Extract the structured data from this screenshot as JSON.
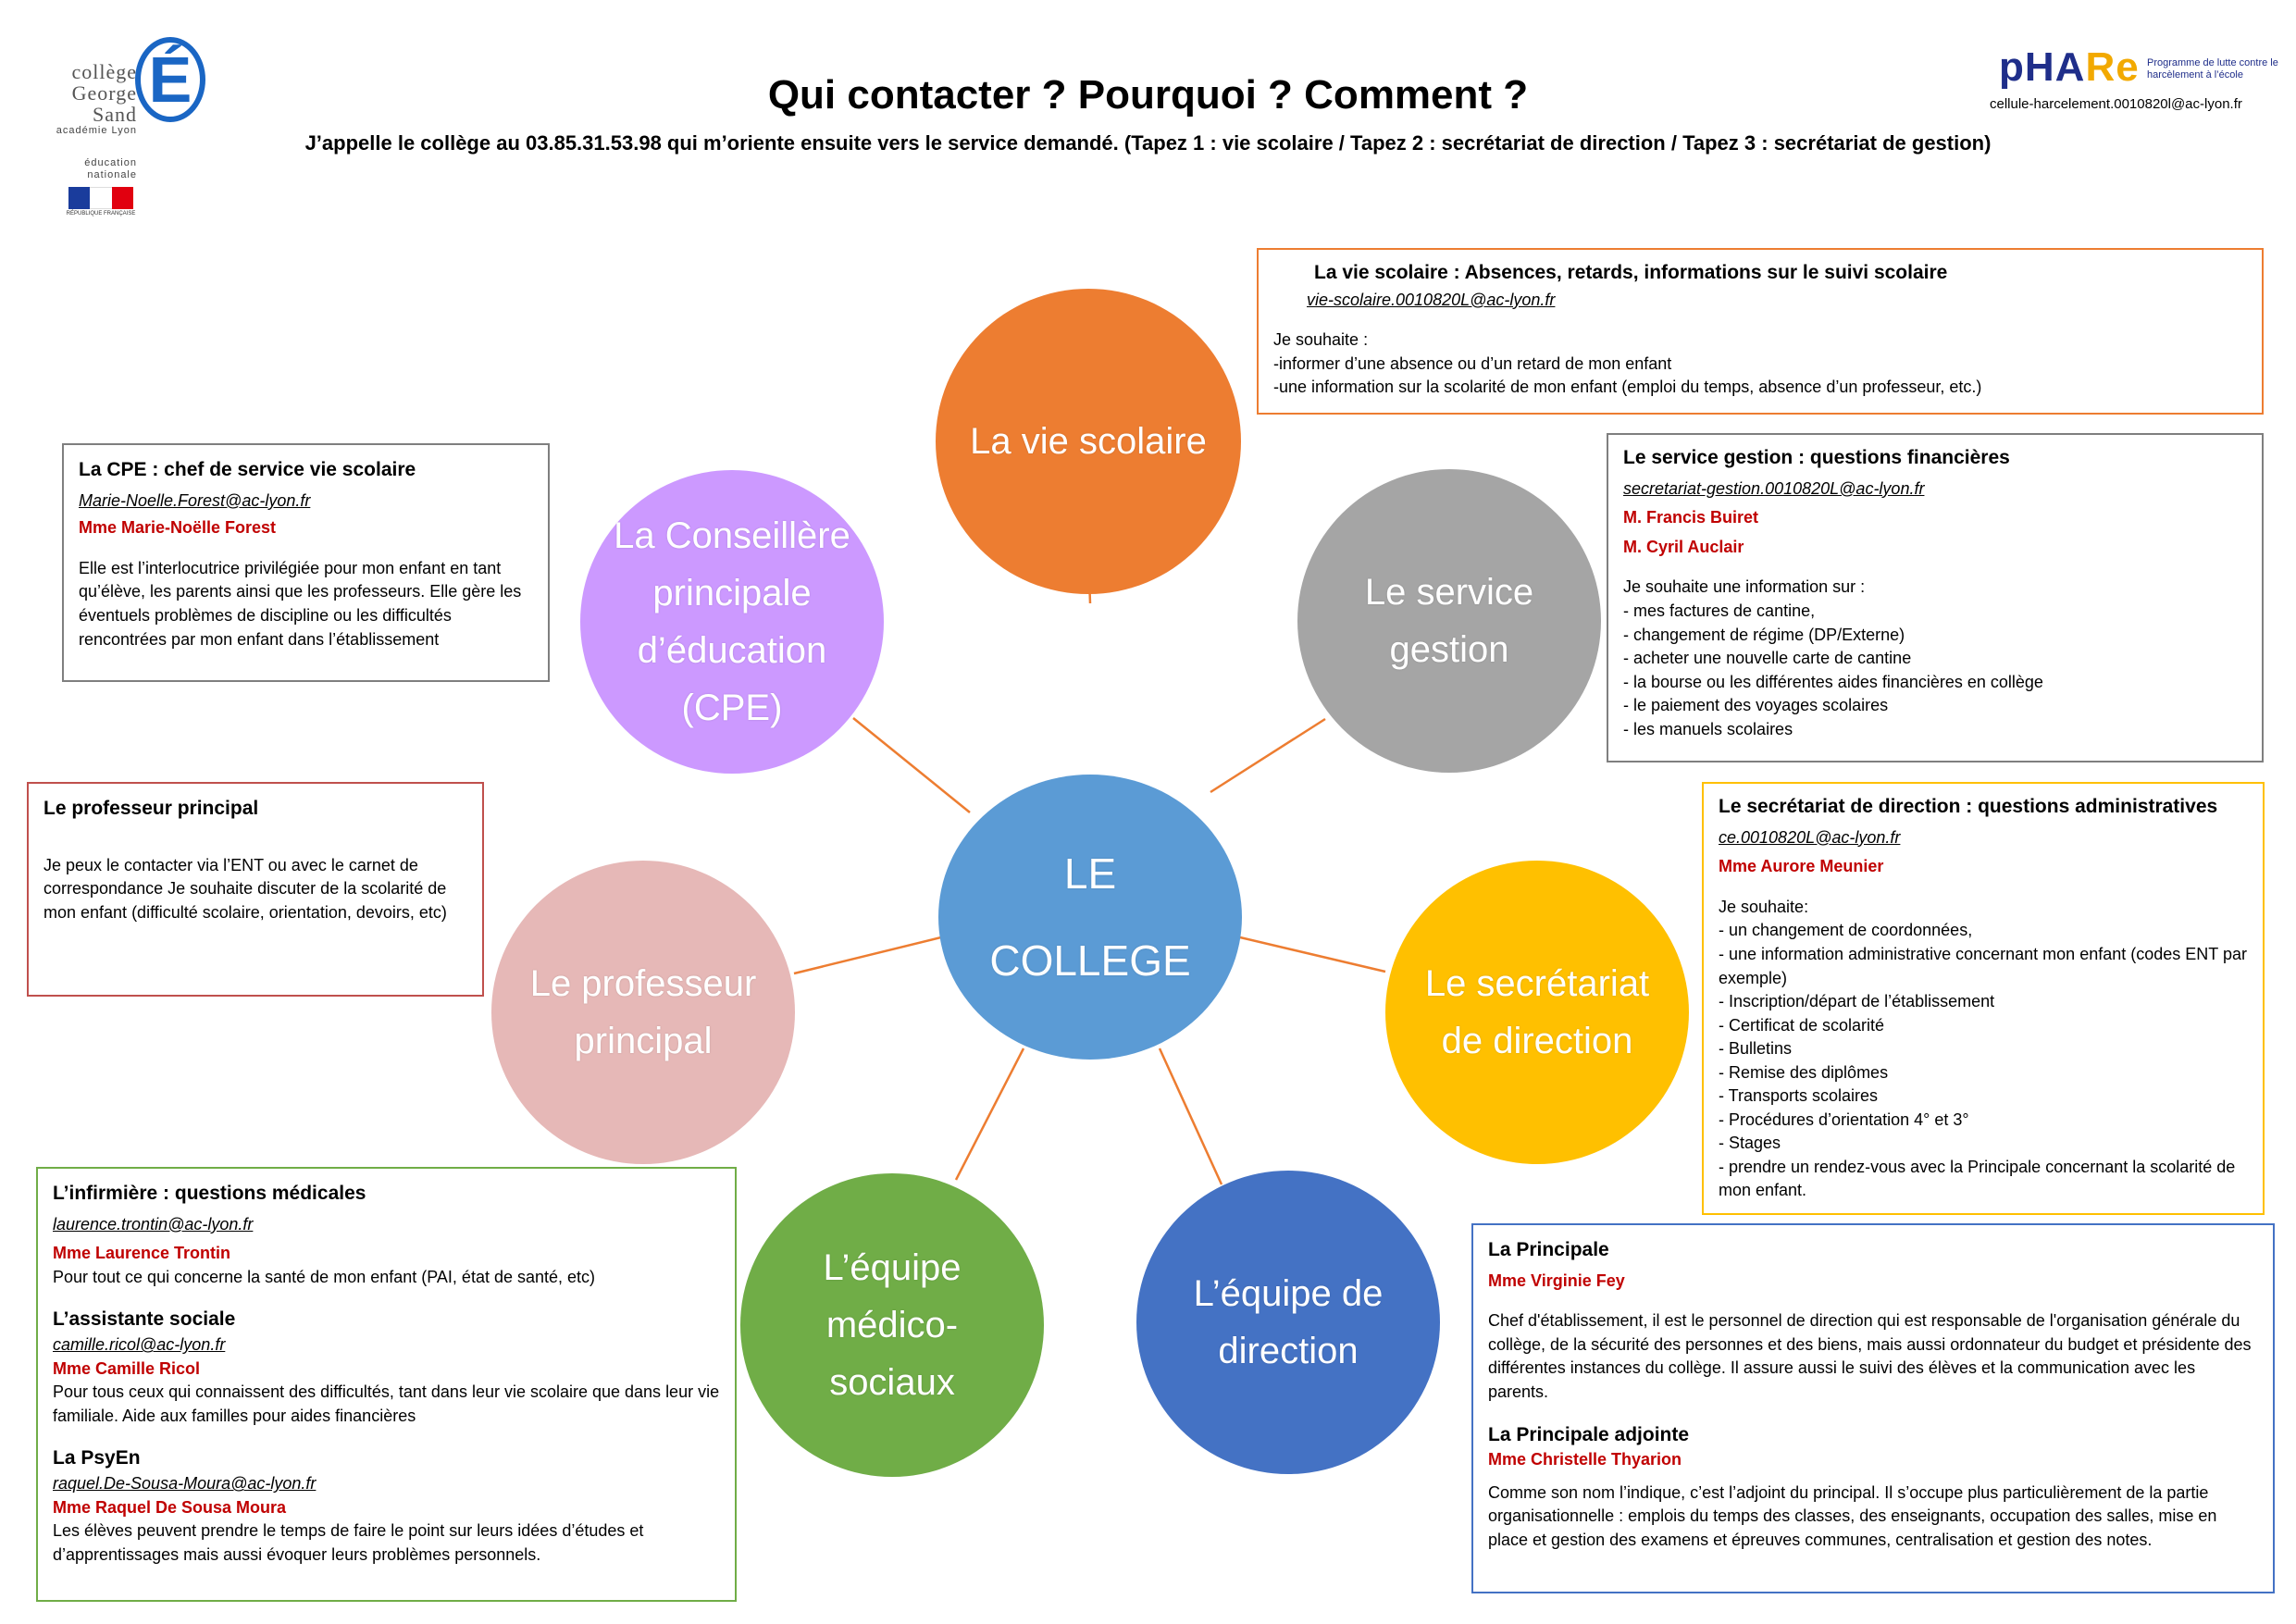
{
  "header": {
    "title": "Qui contacter ? Pourquoi ? Comment ?",
    "subtitle": "J’appelle le collège au 03.85.31.53.98 qui m’oriente ensuite vers le service demandé. (Tapez 1 : vie scolaire / Tapez 2 : secrétariat de direction / Tapez 3 : secrétariat de gestion)"
  },
  "logos": {
    "college_line1": "collège",
    "college_line2": "George Sand",
    "college_letter": "É",
    "academie": "académie Lyon",
    "education": "éducation nationale",
    "republique": "RÉPUBLIQUE FRANÇAISE",
    "phare_p": "pHA",
    "phare_re": "Re",
    "phare_tagline": "Programme de lutte contre le harcèlement à l’école",
    "phare_email": "cellule-harcelement.0010820l@ac-lyon.fr"
  },
  "circles": {
    "center": {
      "line1": "LE",
      "line2": "COLLEGE",
      "color": "#5b9bd5"
    },
    "vie_scolaire": {
      "label": "La vie scolaire",
      "color": "#ed7d31"
    },
    "gestion": {
      "label": "Le service gestion",
      "color": "#a5a5a5"
    },
    "secretariat": {
      "label": "Le secrétariat de direction",
      "color": "#ffc000"
    },
    "direction": {
      "label": "L’équipe de direction",
      "color": "#4472c4"
    },
    "medico": {
      "label": "L’équipe médico-sociaux",
      "color": "#70ad47"
    },
    "prof": {
      "label": "Le professeur principal",
      "color": "#e6b8b7"
    },
    "cpe": {
      "label": "La Conseillère principale d’éducation (CPE)",
      "color": "#cc99ff"
    }
  },
  "boxes": {
    "vie_scolaire": {
      "heading": "La vie scolaire : Absences, retards, informations sur le suivi scolaire",
      "email": "vie-scolaire.0010820L@ac-lyon.fr",
      "intro": "Je souhaite :",
      "items": [
        "-informer d’une absence ou d’un retard de mon enfant",
        "-une information sur la scolarité de mon enfant (emploi du temps, absence d’un professeur, etc.)"
      ],
      "border": "#ed7d31"
    },
    "cpe": {
      "heading": "La CPE : chef de service vie scolaire",
      "email": "Marie-Noelle.Forest@ac-lyon.fr",
      "name": "Mme Marie-Noëlle Forest",
      "text": "Elle est l’interlocutrice privilégiée pour mon enfant en tant qu’élève, les parents ainsi que les professeurs. Elle gère les éventuels problèmes de discipline ou les difficultés rencontrées par mon enfant dans l’établissement",
      "border": "#7f7f7f"
    },
    "gestion": {
      "heading": "Le service gestion : questions financières",
      "email": "secretariat-gestion.0010820L@ac-lyon.fr",
      "name1": "M. Francis Buiret",
      "name2": "M. Cyril Auclair",
      "intro": "Je souhaite une information sur :",
      "items": [
        "- mes factures de cantine,",
        "- changement de régime (DP/Externe)",
        "- acheter une nouvelle carte de cantine",
        "- la bourse ou les différentes aides financières en collège",
        "- le paiement des voyages scolaires",
        "- les manuels scolaires"
      ],
      "border": "#7f7f7f"
    },
    "prof": {
      "heading": "Le professeur principal",
      "text": "Je peux le contacter via l’ENT ou avec le carnet de correspondance Je souhaite discuter de la scolarité de mon enfant (difficulté scolaire, orientation, devoirs, etc)",
      "border": "#c0504d"
    },
    "secretariat": {
      "heading": "Le secrétariat de direction : questions administratives",
      "email": "ce.0010820L@ac-lyon.fr",
      "name": "Mme Aurore Meunier",
      "intro": "Je souhaite:",
      "items": [
        "- un changement de coordonnées,",
        "- une information  administrative concernant mon enfant (codes ENT par exemple)",
        "- Inscription/départ de l’établissement",
        "- Certificat de scolarité",
        "- Bulletins",
        "- Remise des diplômes",
        "- Transports scolaires",
        "- Procédures d’orientation 4° et 3°",
        "- Stages",
        "- prendre un rendez-vous avec  la Principale concernant la scolarité de mon enfant."
      ],
      "border": "#ffc000"
    },
    "medico": {
      "inf_heading": "L’infirmière : questions médicales",
      "inf_email": "laurence.trontin@ac-lyon.fr",
      "inf_name": "Mme Laurence Trontin",
      "inf_text": "Pour tout ce qui concerne la santé de mon enfant (PAI, état de santé, etc)",
      "as_heading": "L’assistante sociale",
      "as_email": "camille.ricol@ac-lyon.fr",
      "as_name": "Mme Camille Ricol",
      "as_text": "Pour tous ceux qui connaissent des difficultés, tant dans leur vie scolaire que dans leur vie familiale. Aide aux familles pour aides financières",
      "psy_heading": "La PsyEn",
      "psy_email": "raquel.De-Sousa-Moura@ac-lyon.fr",
      "psy_name": "Mme Raquel De Sousa Moura",
      "psy_text": "Les élèves peuvent prendre le temps de faire le point sur leurs idées d’études et d’apprentissages mais aussi évoquer leurs problèmes personnels.",
      "border": "#70ad47"
    },
    "direction": {
      "p_heading": "La Principale",
      "p_name": "Mme Virginie Fey",
      "p_text": "Chef d'établissement, il est le personnel de direction qui est responsable de l'organisation générale du collège, de la sécurité des personnes et des biens, mais aussi ordonnateur du budget et présidente des différentes instances du collège. Il assure aussi le suivi des élèves et la communication avec les parents.",
      "pa_heading": "La Principale adjointe",
      "pa_name": "Mme Christelle Thyarion",
      "pa_text": "Comme son nom l’indique, c’est l’adjoint du principal. Il s’occupe plus particulièrement de la partie organisationnelle : emplois du temps des classes, des enseignants, occupation des salles, mise en place et gestion des examens et épreuves communes, centralisation et gestion des notes.",
      "border": "#4472c4"
    }
  }
}
